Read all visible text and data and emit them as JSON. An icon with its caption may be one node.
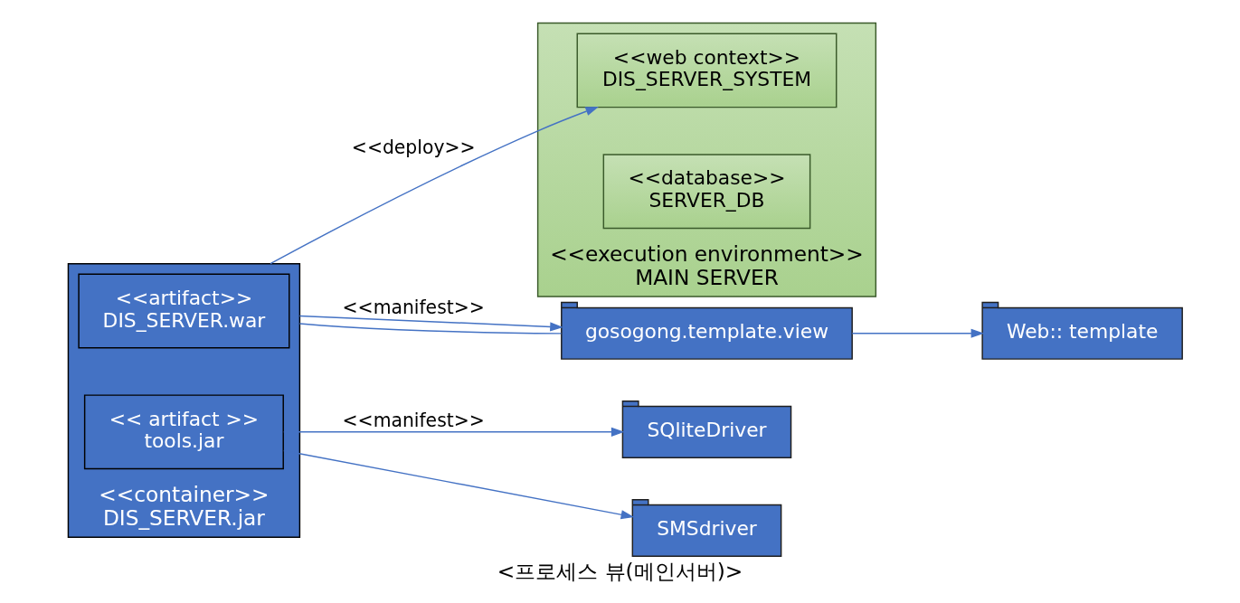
{
  "diagram": {
    "caption": "<프로세스 뷰(메인서버)>",
    "nodes": [
      {
        "text": [
          "<<execution environment>>",
          "MAIN SERVER"
        ]
      },
      {
        "text": [
          "<<web context>>",
          "DIS_SERVER_SYSTEM"
        ],
        "in": 0
      },
      {
        "text": [
          "<<database>>",
          "SERVER_DB"
        ],
        "in": 0
      },
      {
        "text": [
          "<<container>>",
          "DIS_SERVER.jar"
        ]
      },
      {
        "text": [
          "<<artifact>>",
          "DIS_SERVER.war"
        ],
        "in": 3
      },
      {
        "text": [
          "<< artifact >>",
          "tools.jar"
        ],
        "in": 3
      },
      {
        "text": [
          "Web:: template"
        ]
      },
      {
        "text": [
          "gosogong.template.view"
        ]
      },
      {
        "text": [
          "SQliteDriver"
        ]
      },
      {
        "text": [
          "SMSdriver"
        ]
      }
    ],
    "edges": [
      {
        "from": 3,
        "to": 1,
        "arrow": "to",
        "label": "<<deploy>>"
      },
      {
        "from": 3,
        "to": 7,
        "arrow": "to",
        "label": "<<manifest>>"
      },
      {
        "from": 3,
        "to": 7,
        "arrow": "none"
      },
      {
        "from": 7,
        "to": 6,
        "arrow": "to"
      },
      {
        "from": 5,
        "to": 8,
        "arrow": "to",
        "label": "<<manifest>>"
      },
      {
        "from": 5,
        "to": 9,
        "arrow": "to"
      }
    ]
  }
}
